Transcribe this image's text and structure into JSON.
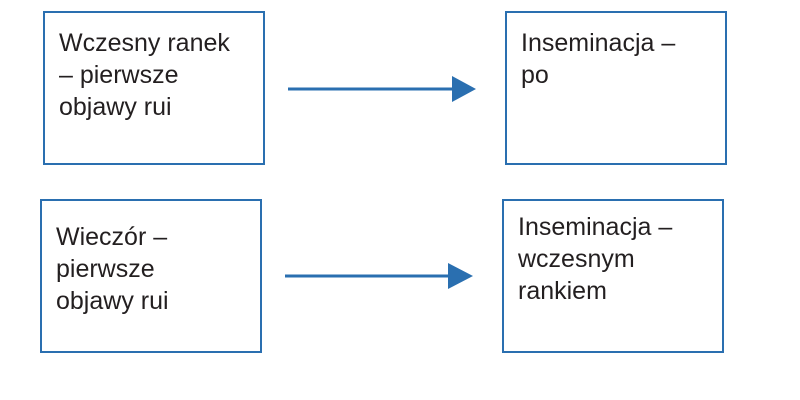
{
  "diagram": {
    "rows": [
      {
        "cause": "Wczesny ranek\n– pierwsze\nobjawy rui",
        "effect": "Inseminacja –\npo"
      },
      {
        "cause": "Wieczór –\npierwsze\nobjawy rui",
        "effect": "Inseminacja –\nwczesnym\nrankiem"
      }
    ]
  },
  "colors": {
    "border": "#2a6fb0",
    "arrow": "#2a6fb0",
    "text": "#231f20"
  }
}
